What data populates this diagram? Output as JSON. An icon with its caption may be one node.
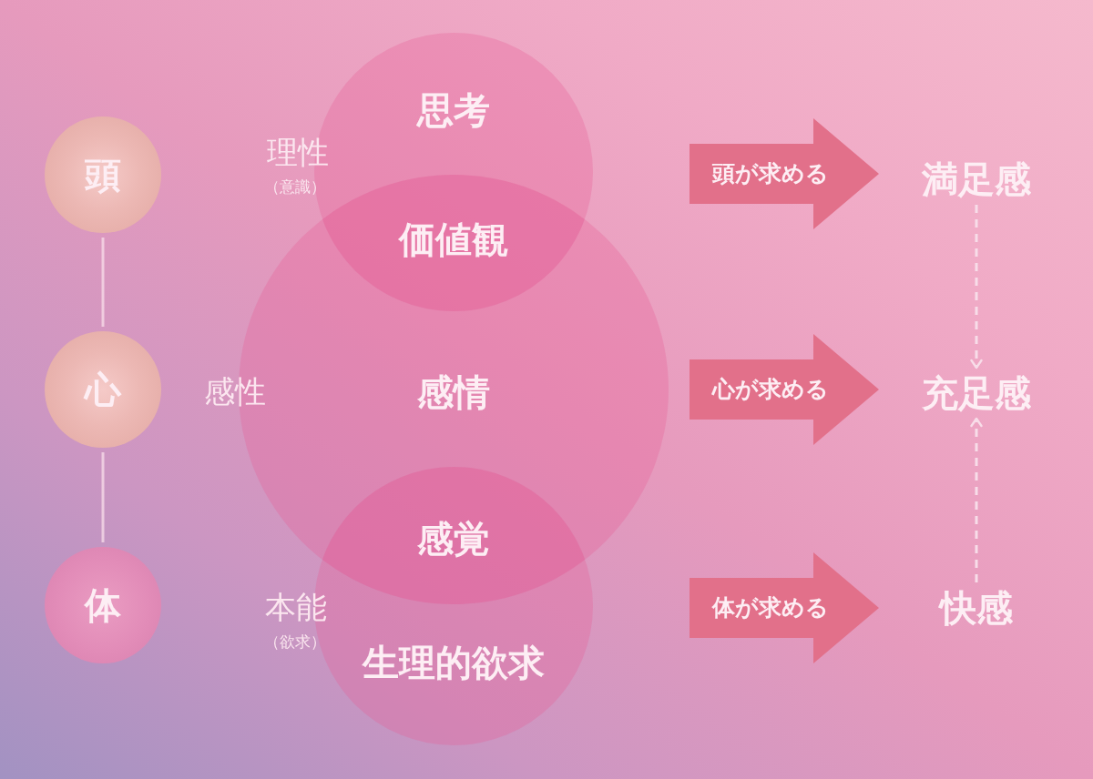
{
  "diagram": {
    "nodes": [
      {
        "text": [
          "頭"
        ]
      },
      {
        "text": [
          "思考"
        ]
      },
      {
        "text": [
          "頭が求める"
        ]
      },
      {
        "text": [
          "満足感"
        ]
      },
      {
        "text": [
          "価値観"
        ]
      },
      {
        "text": [
          "心"
        ]
      },
      {
        "text": [
          "感情"
        ]
      },
      {
        "text": [
          "心が求める"
        ]
      },
      {
        "text": [
          "充足感"
        ]
      },
      {
        "text": [
          "感覚"
        ]
      },
      {
        "text": [
          "体"
        ]
      },
      {
        "text": [
          "生理的欲求"
        ]
      },
      {
        "text": [
          "体が求める"
        ]
      },
      {
        "text": [
          "快感"
        ]
      }
    ],
    "edges": [
      {
        "from": 0,
        "to": 5,
        "arrow": "none"
      },
      {
        "from": 5,
        "to": 10,
        "arrow": "none"
      },
      {
        "from": 3,
        "to": 8,
        "arrow": "to",
        "style": "dashed"
      },
      {
        "from": 13,
        "to": 8,
        "arrow": "to",
        "style": "dashed"
      }
    ],
    "labels": [
      "理性",
      "（意識）",
      "感性",
      "本能",
      "（欲求）"
    ]
  }
}
